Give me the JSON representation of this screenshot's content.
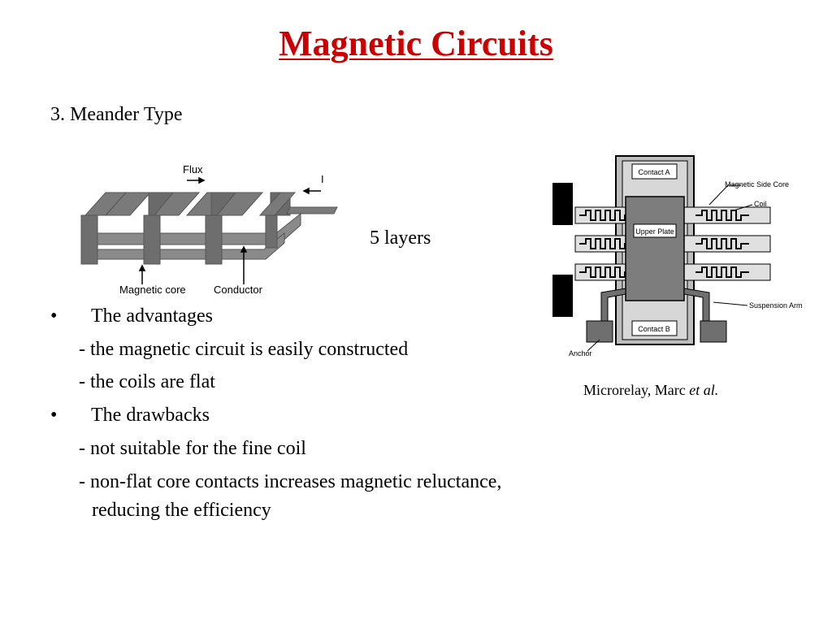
{
  "slide": {
    "title": "Magnetic Circuits",
    "subtitle": "3. Meander Type",
    "layers_note": "5 layers",
    "bullet_symbol": "•",
    "advantages": {
      "heading": "The advantages",
      "items": [
        "- the magnetic circuit is easily constructed",
        "- the coils are flat"
      ]
    },
    "drawbacks": {
      "heading": "The drawbacks",
      "items": [
        "- not suitable for the fine coil",
        "- non-flat core contacts increases magnetic reluctance,",
        "reducing the efficiency"
      ]
    }
  },
  "meander_figure": {
    "labels": {
      "flux": "Flux",
      "current": "I",
      "magnetic_core": "Magnetic core",
      "conductor": "Conductor"
    }
  },
  "microrelay_figure": {
    "labels": {
      "contact_a": "Contact A",
      "contact_b": "Contact B",
      "upper_plate": "Upper Plate",
      "magnetic_side_core": "Magnetic Side Core",
      "coil": "Coil",
      "suspension_arm": "Suspension Arm",
      "anchor": "Anchor"
    },
    "caption_prefix": "Microrelay, Marc ",
    "caption_italic": "et al."
  }
}
